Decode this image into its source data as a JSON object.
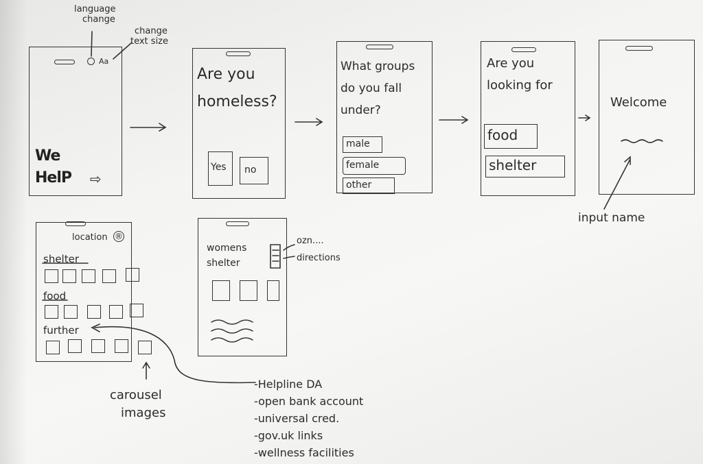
{
  "annotations": {
    "language_change": [
      "language",
      "change"
    ],
    "change_text_size": [
      "change",
      "text size"
    ],
    "input_name": "input name",
    "carousel_images": [
      "carousel",
      "images"
    ],
    "ozn_dots": "ozn....",
    "directions": "directions"
  },
  "screens": {
    "splash": {
      "text_size_icon": "Aa",
      "logo_line1": "We",
      "logo_line2": "HelP",
      "arrow": "⇨"
    },
    "homeless": {
      "question": [
        "Are you",
        "homeless?"
      ],
      "options": [
        "Yes",
        "no"
      ]
    },
    "groups": {
      "question": [
        "What groups",
        "do you fall",
        "under?"
      ],
      "options": [
        "male",
        "female",
        "other"
      ]
    },
    "looking": {
      "question": [
        "Are you",
        "looking for"
      ],
      "options": [
        "food",
        "shelter"
      ]
    },
    "welcome": {
      "title": "Welcome"
    },
    "home": {
      "location": "location",
      "location_icon": "®",
      "sections": [
        "shelter",
        "food",
        "further"
      ]
    },
    "detail": {
      "title": [
        "womens",
        "shelter"
      ]
    }
  },
  "further_list": [
    "-Helpline DA",
    "-open bank account",
    "-universal cred.",
    "-gov.uk links",
    "-wellness facilities"
  ]
}
